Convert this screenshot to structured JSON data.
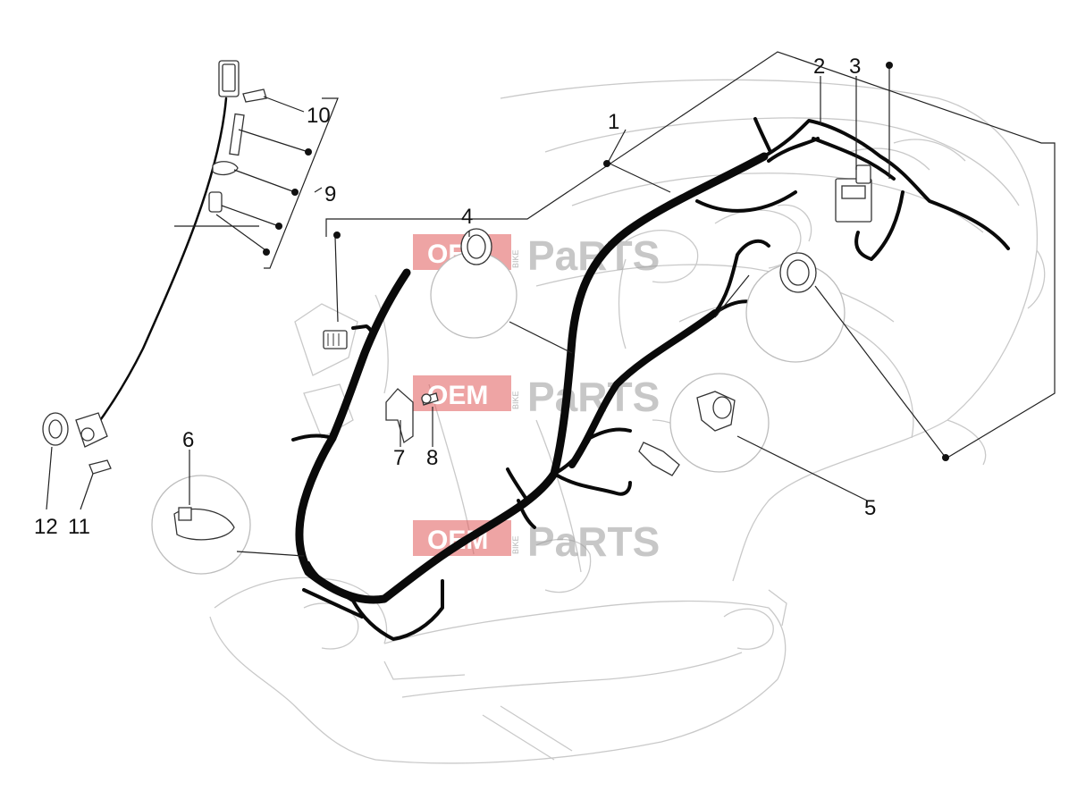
{
  "watermark": {
    "part1": "OEM",
    "part2": "BIKE",
    "part3": "PaRTS"
  },
  "callouts": {
    "c1": "1",
    "c2": "2",
    "c3": "3",
    "c4": "4",
    "c5": "5",
    "c6": "6",
    "c7": "7",
    "c8": "8",
    "c9": "9",
    "c10": "10",
    "c11": "11",
    "c12": "12"
  },
  "colors": {
    "harness": "#0a0a0a",
    "watermark_red": "#e05a5a",
    "outline": "#c9c9c9"
  }
}
